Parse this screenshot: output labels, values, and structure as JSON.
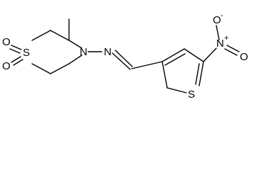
{
  "atoms": {
    "sulfonyl_sulfur": "S",
    "sulfonyl_oxygen_1": "O",
    "sulfonyl_oxygen_2": "O",
    "ring_nitrogen": "N",
    "imine_nitrogen": "N",
    "thiophene_sulfur": "S",
    "nitro_nitrogen": "N",
    "nitro_oxygen_top": "O",
    "nitro_oxygen_right": "O",
    "nitro_nitrogen_charge": "+",
    "nitro_oxygen_charge": "-"
  }
}
